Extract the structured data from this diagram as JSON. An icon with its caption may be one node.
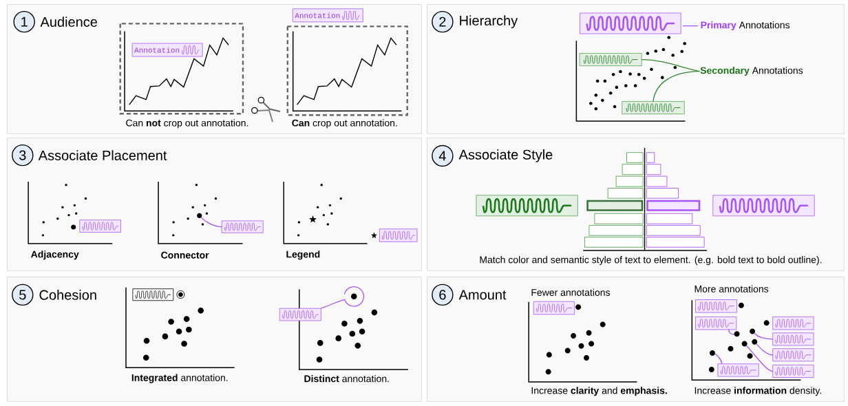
{
  "diagram": {
    "nodes": [
      {
        "text": [
          "Audience"
        ]
      },
      {
        "text": [
          "1"
        ],
        "in": 0
      },
      {
        "text": [
          "Annotation"
        ],
        "in": 0
      },
      {
        "text": [
          "Annotation"
        ],
        "in": 0
      },
      {
        "text": [
          "Hierarchy"
        ]
      },
      {
        "text": [
          "2"
        ],
        "in": 4
      },
      {
        "text": [],
        "shape": "box",
        "in": 4
      },
      {
        "text": [
          "**Primary** Annotations"
        ],
        "in": 4
      },
      {
        "text": [],
        "shape": "box",
        "in": 4
      },
      {
        "text": [
          "**Secondary** Annotations"
        ],
        "in": 4
      },
      {
        "text": [],
        "shape": "box",
        "in": 4
      },
      {
        "text": [
          "Associate Placement"
        ]
      },
      {
        "text": [
          "3"
        ],
        "in": 11
      },
      {
        "text": [],
        "shape": "box",
        "in": 11
      },
      {
        "text": [],
        "shape": "circle",
        "in": 11
      },
      {
        "text": [],
        "shape": "box",
        "in": 11
      },
      {
        "text": [],
        "shape": "box",
        "in": 11
      },
      {
        "text": [
          "Associate Style"
        ]
      },
      {
        "text": [
          "4"
        ],
        "in": 17
      },
      {
        "text": [],
        "shape": "box",
        "in": 17
      },
      {
        "text": [],
        "shape": "box",
        "in": 17
      },
      {
        "text": [
          "Cohesion"
        ]
      },
      {
        "text": [
          "5"
        ],
        "in": 21
      },
      {
        "text": [],
        "shape": "box",
        "in": 21
      },
      {
        "text": [],
        "shape": "box",
        "in": 21
      },
      {
        "text": [],
        "shape": "circle",
        "in": 21
      },
      {
        "text": [
          "Amount"
        ]
      },
      {
        "text": [
          "6"
        ],
        "in": 26
      },
      {
        "text": [],
        "shape": "box",
        "in": 26
      },
      {
        "text": [],
        "shape": "box",
        "in": 26
      },
      {
        "text": [],
        "shape": "box",
        "in": 26
      },
      {
        "text": [],
        "shape": "box",
        "in": 26
      },
      {
        "text": [],
        "shape": "box",
        "in": 26
      },
      {
        "text": [],
        "shape": "box",
        "in": 26
      },
      {
        "text": [],
        "shape": "box",
        "in": 26
      },
      {
        "text": [],
        "shape": "box",
        "in": 26
      },
      {
        "text": [],
        "shape": "circle",
        "in": 26
      },
      {
        "text": [],
        "shape": "circle",
        "in": 26
      },
      {
        "text": [],
        "shape": "circle",
        "in": 26
      },
      {
        "text": [],
        "shape": "circle",
        "in": 26
      },
      {
        "text": [],
        "shape": "circle",
        "in": 26
      }
    ],
    "edges": [
      {
        "from": 7,
        "to": 6,
        "arrow": "none"
      },
      {
        "from": 9,
        "to": 8,
        "arrow": "none",
        "color": "#2f8a2f"
      },
      {
        "from": 9,
        "to": 10,
        "arrow": "none",
        "color": "#2f8a2f"
      },
      {
        "from": 15,
        "to": 14,
        "arrow": "none"
      },
      {
        "from": 24,
        "to": 25,
        "arrow": "none"
      },
      {
        "from": 30,
        "to": 36,
        "arrow": "none"
      },
      {
        "from": 32,
        "to": 37,
        "arrow": "none"
      },
      {
        "from": 33,
        "to": 38,
        "arrow": "none"
      },
      {
        "from": 34,
        "to": 39,
        "arrow": "none"
      },
      {
        "from": 35,
        "to": 40,
        "arrow": "none"
      }
    ],
    "labels": [
      "Can **not** crop out annotation.",
      "**Can** crop out annotation.",
      "Adjacency",
      "Connector",
      "Legend",
      "Match color and semantic style of text to element. (e.g. bold text to bold outline).",
      "**Integrated** annotation.",
      "**Distinct** annotation.",
      "Fewer annotations",
      "Increase **clarity** and **emphasis.**",
      "More annotations",
      "Increase **information** density."
    ]
  }
}
